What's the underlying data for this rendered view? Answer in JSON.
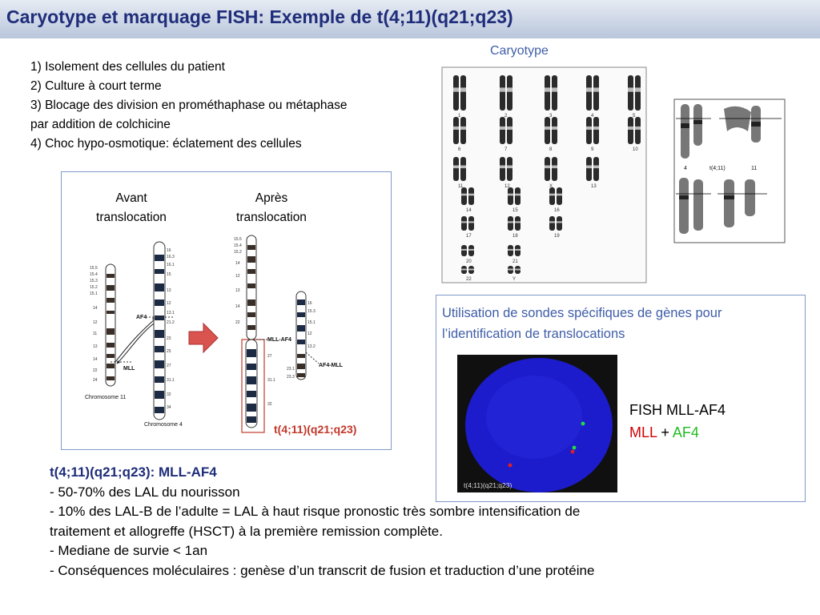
{
  "title": "Caryotype et marquage FISH: Exemple de t(4;11)(q21;q23)",
  "steps": [
    "1) Isolement des cellules du patient",
    "2) Culture à court terme",
    "3) Blocage des division en prométhaphase ou métaphase",
    "par addition de colchicine",
    "4) Choc hypo-osmotique: éclatement des cellules"
  ],
  "caryotype_label": "Caryotype",
  "diagram": {
    "avant": "Avant translocation",
    "apres": "Après translocation",
    "chromosome11_label": "Chromosome 11",
    "chromosome4_label": "Chromosome 4",
    "af4_label": "AF4",
    "mll_label": "MLL",
    "mll_af4_label": "MLL-AF4",
    "af4_mll_label": "AF4-MLL",
    "translocation_label": "t(4;11)(q21;q23)"
  },
  "karyotype": {
    "numbers": [
      "1",
      "2",
      "3",
      "4",
      "5",
      "6",
      "7",
      "8",
      "9",
      "10",
      "11",
      "12",
      "X",
      "13",
      "14",
      "15",
      "16",
      "17",
      "18",
      "19",
      "20",
      "21",
      "22",
      "Y"
    ],
    "inset_labels": [
      "4",
      "t(4;11)",
      "11"
    ]
  },
  "fish": {
    "description": "Utilisation de sondes spécifiques de gènes pour l’identification de translocations",
    "image_label": "t(4;11)(q21;q23)",
    "title": "FISH MLL-AF4",
    "mll": "MLL",
    "plus": " + ",
    "af4": "AF4",
    "colors": {
      "nucleus": "#1c1ccc",
      "background": "#101010",
      "mll": "#e02020",
      "af4": "#20e040"
    }
  },
  "bottom": {
    "heading": "t(4;11)(q21;q23): MLL-AF4",
    "lines": [
      "- 50-70% des LAL du nourisson",
      "- 10% des LAL-B de l’adulte = LAL à haut risque pronostic très sombre intensification de",
      "traitement et allogreffe (HSCT) à la première remission complète.",
      "- Mediane de survie < 1an",
      "- Conséquences moléculaires :  genèse d’un transcrit de fusion et traduction d’une protéine"
    ]
  },
  "colors": {
    "title": "#1f2d7a",
    "accent": "#3f5ea8",
    "translocation": "#c0392b",
    "arrow": "#d9534f"
  }
}
